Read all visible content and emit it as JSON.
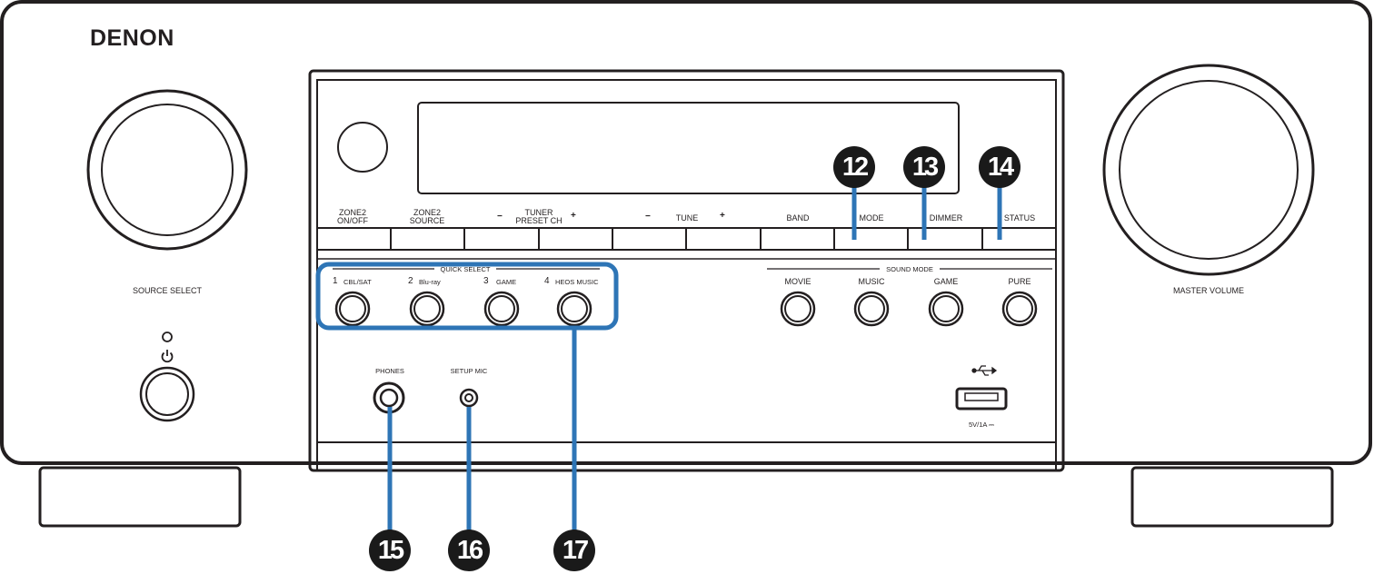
{
  "brand": "DENON",
  "knobs": {
    "source_select": "SOURCE SELECT",
    "master_volume": "MASTER VOLUME"
  },
  "power": {
    "icon": "power-icon"
  },
  "buttons": {
    "zone2_onoff": "ZONE2\nON/OFF",
    "zone2_source": "ZONE2\nSOURCE",
    "tuner_preset_ch": "TUNER\nPRESET CH",
    "tune": "TUNE",
    "minus": "−",
    "plus": "+",
    "band": "BAND",
    "mode": "MODE",
    "dimmer": "DIMMER",
    "status": "STATUS"
  },
  "quick_select": {
    "title": "QUICK SELECT",
    "items": [
      {
        "num": "1",
        "label": "CBL/SAT"
      },
      {
        "num": "2",
        "label": "Blu-ray"
      },
      {
        "num": "3",
        "label": "GAME"
      },
      {
        "num": "4",
        "label": "HEOS MUSIC"
      }
    ]
  },
  "sound_mode": {
    "title": "SOUND MODE",
    "items": [
      "MOVIE",
      "MUSIC",
      "GAME",
      "PURE"
    ]
  },
  "jacks": {
    "phones": "PHONES",
    "setup_mic": "SETUP MIC",
    "usb_rating": "5V/1A ⎓",
    "usb_icon": "usb-icon"
  },
  "callouts": [
    "12",
    "13",
    "14",
    "15",
    "16",
    "17"
  ],
  "colors": {
    "highlight": "#2e75b6",
    "ink": "#231f20"
  }
}
